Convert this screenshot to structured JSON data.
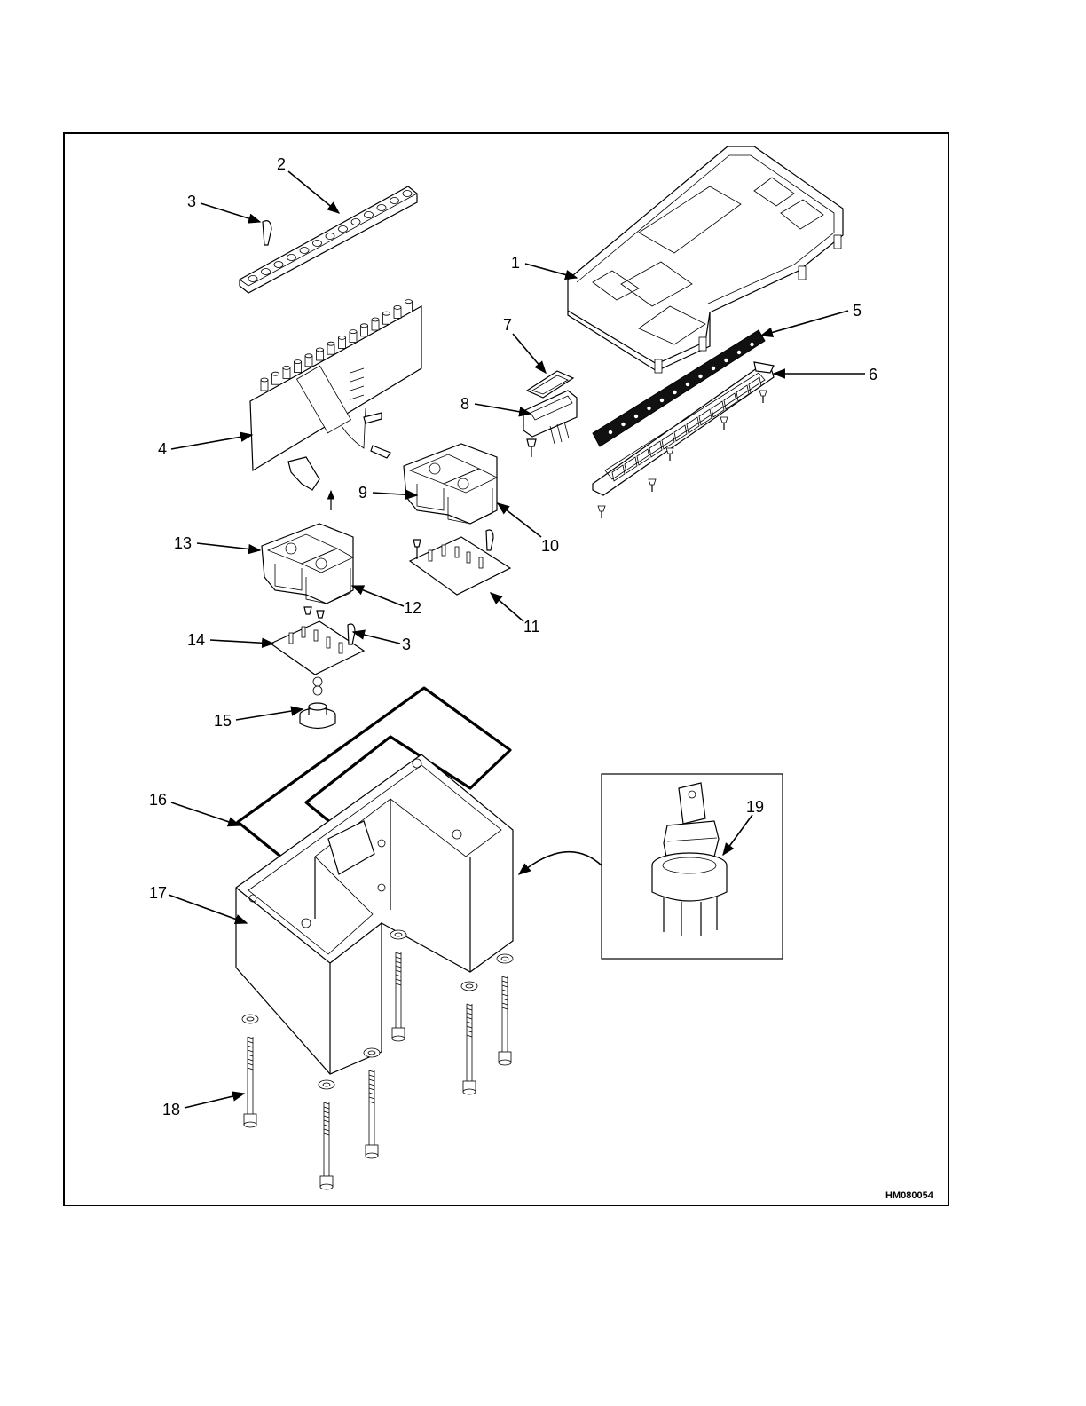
{
  "figure_id": "HM080054",
  "callouts": {
    "c1": "1",
    "c2": "2",
    "c3a": "3",
    "c3b": "3",
    "c4": "4",
    "c5": "5",
    "c6": "6",
    "c7": "7",
    "c8": "8",
    "c9": "9",
    "c10": "10",
    "c11": "11",
    "c12": "12",
    "c13": "13",
    "c14": "14",
    "c15": "15",
    "c16": "16",
    "c17": "17",
    "c18": "18",
    "c19": "19"
  },
  "icons": {
    "main": "exploded-parts-illustration",
    "inset": "key-switch-detail"
  },
  "colors": {
    "line": "#000000",
    "background": "#ffffff"
  }
}
